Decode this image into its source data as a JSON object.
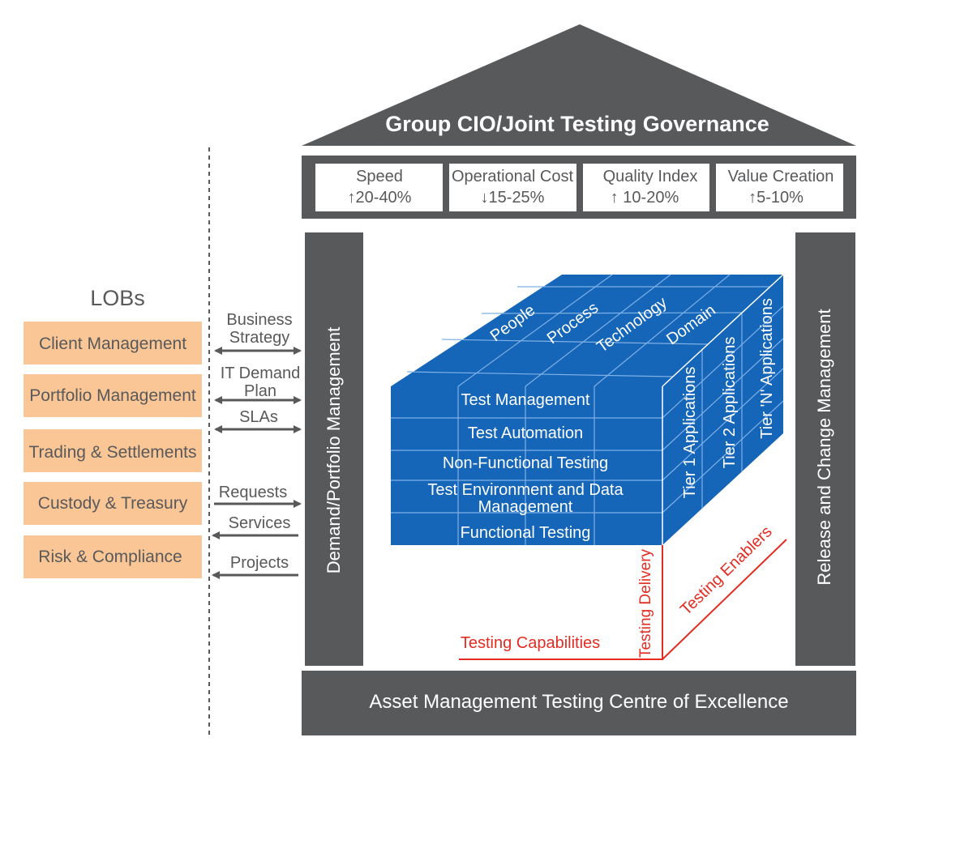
{
  "roof": {
    "title": "Group CIO/Joint Testing Governance"
  },
  "kpis": [
    {
      "label": "Speed",
      "value": "↑20-40%"
    },
    {
      "label": "Operational Cost",
      "value": "↓15-25%"
    },
    {
      "label": "Quality Index",
      "value": "↑ 10-20%"
    },
    {
      "label": "Value Creation",
      "value": "↑5-10%"
    }
  ],
  "left_pillar": "Demand/Portfolio Management",
  "right_pillar": "Release and Change Management",
  "base": "Asset Management Testing Centre of Excellence",
  "lobs": {
    "title": "LOBs",
    "items": [
      "Client Management",
      "Portfolio Management",
      "Trading & Settlements",
      "Custody & Treasury",
      "Risk & Compliance"
    ]
  },
  "flows": {
    "business_strategy": [
      "Business",
      "Strategy"
    ],
    "it_demand_plan": [
      "IT Demand",
      "Plan"
    ],
    "slas": "SLAs",
    "requests": "Requests",
    "services": "Services",
    "projects": "Projects"
  },
  "cube": {
    "top": [
      "People",
      "Process",
      "Technology",
      "Domain"
    ],
    "front": [
      "Test Management",
      "Test Automation",
      "Non-Functional Testing",
      "Test Environment and Data",
      "Management",
      "Functional Testing"
    ],
    "side": [
      "Tier 1 Applications",
      "Tier 2 Applications",
      "Tier 'N' Applications"
    ]
  },
  "axes": {
    "capabilities": "Testing Capabilities",
    "delivery": "Testing Delivery",
    "enablers": "Testing Enablers"
  },
  "colors": {
    "dark_gray": "#58595b",
    "orange": "#fbc695",
    "blue": "#1565b8",
    "red": "#e32d22"
  }
}
